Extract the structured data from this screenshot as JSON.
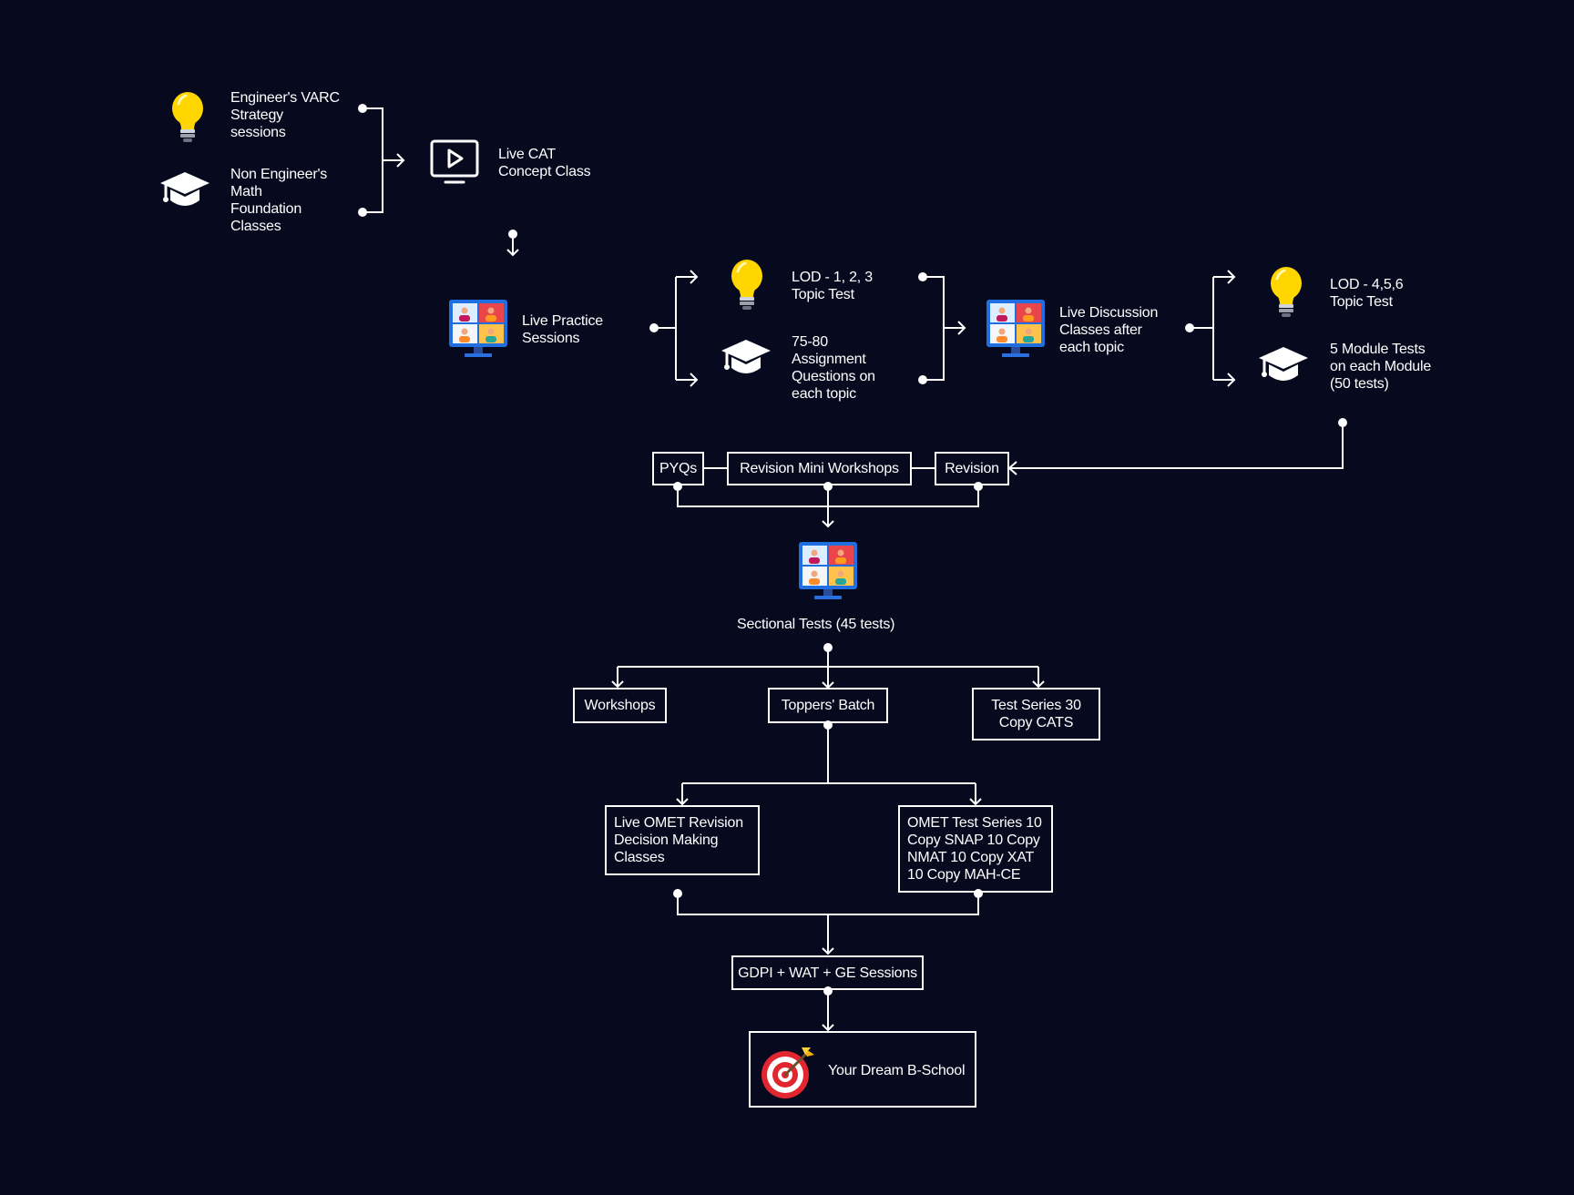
{
  "colors": {
    "background": "#070a1f",
    "line": "#ffffff",
    "bulb": "#ffd600",
    "target": "#e2262f"
  },
  "top": {
    "engineers_varc": "Engineer's VARC\nStrategy\nsessions",
    "non_engineers_math": "Non Engineer's\nMath\nFoundation\nClasses",
    "live_cat": "Live CAT\nConcept Class"
  },
  "row2": {
    "live_practice": "Live Practice\nSessions",
    "lod_123": "LOD - 1, 2, 3\nTopic Test",
    "assignment": "75-80\nAssignment\nQuestions on\neach topic",
    "live_discussion": "Live Discussion\nClasses after\neach topic",
    "lod_456": "LOD - 4,5,6\nTopic Test",
    "module_tests": "5 Module Tests\non each Module\n(50 tests)"
  },
  "revision_row": {
    "pyqs": "PYQs",
    "mini_workshops": "Revision Mini Workshops",
    "revision": "Revision"
  },
  "sectional": "Sectional Tests (45 tests)",
  "branches": {
    "workshops": "Workshops",
    "toppers": "Toppers' Batch",
    "test_series": "Test Series 30\nCopy CATS"
  },
  "omet": {
    "live_omet": "Live OMET Revision\nDecision Making\nClasses",
    "omet_series": "OMET Test Series 10\nCopy SNAP 10 Copy\nNMAT 10 Copy XAT\n10 Copy MAH-CE"
  },
  "gdpi": "GDPI  + WAT + GE Sessions",
  "dream": "Your Dream B-School",
  "icons": [
    "lightbulb-icon",
    "graduation-cap-icon",
    "video-play-icon",
    "video-conference-icon",
    "target-icon"
  ]
}
